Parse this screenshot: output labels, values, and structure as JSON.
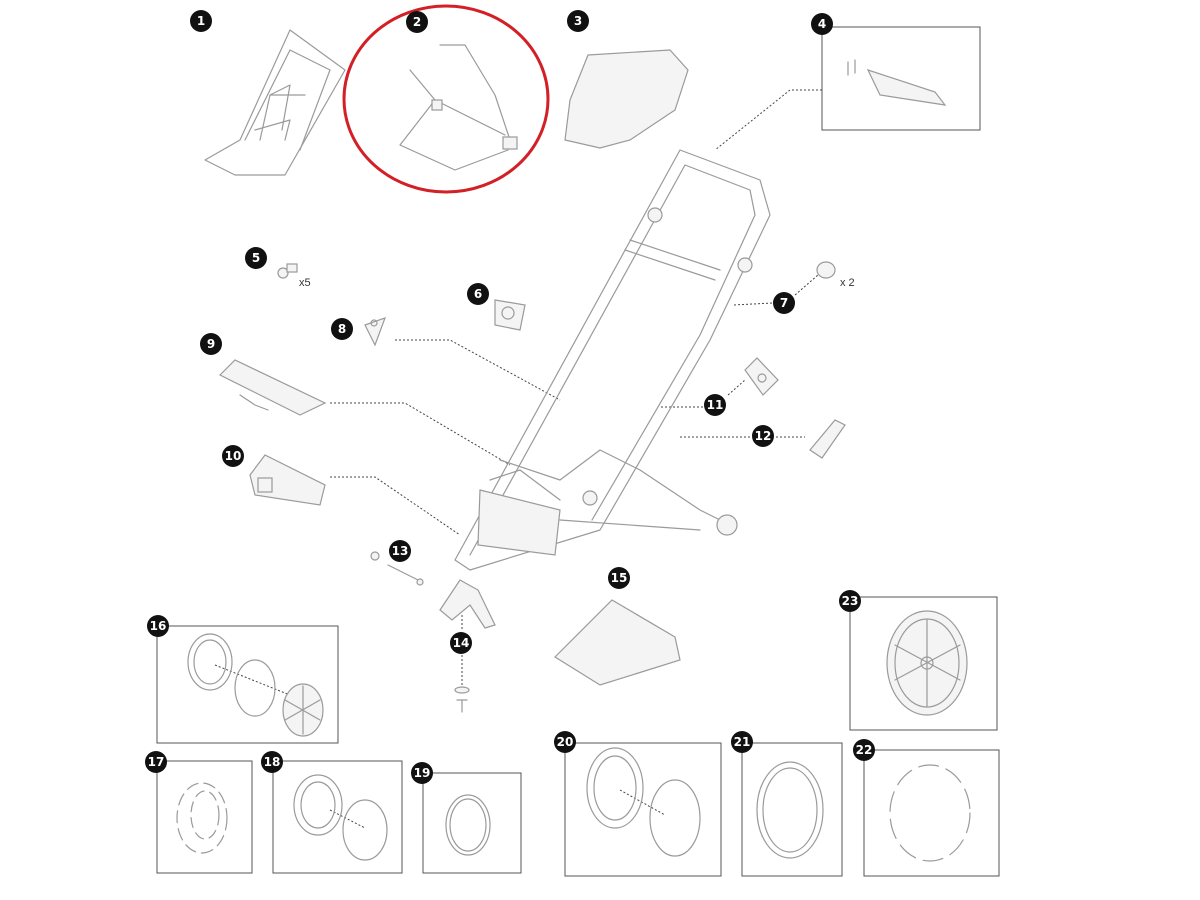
{
  "diagram": {
    "highlight_color": "#d32027",
    "parts": [
      {
        "number": "1"
      },
      {
        "number": "2",
        "highlighted": true
      },
      {
        "number": "3"
      },
      {
        "number": "4"
      },
      {
        "number": "5",
        "quantity": "x5"
      },
      {
        "number": "6"
      },
      {
        "number": "7",
        "quantity": "x 2"
      },
      {
        "number": "8"
      },
      {
        "number": "9"
      },
      {
        "number": "10"
      },
      {
        "number": "11"
      },
      {
        "number": "12"
      },
      {
        "number": "13"
      },
      {
        "number": "14"
      },
      {
        "number": "15"
      },
      {
        "number": "16"
      },
      {
        "number": "17"
      },
      {
        "number": "18"
      },
      {
        "number": "19"
      },
      {
        "number": "20"
      },
      {
        "number": "21"
      },
      {
        "number": "22"
      },
      {
        "number": "23"
      }
    ]
  }
}
